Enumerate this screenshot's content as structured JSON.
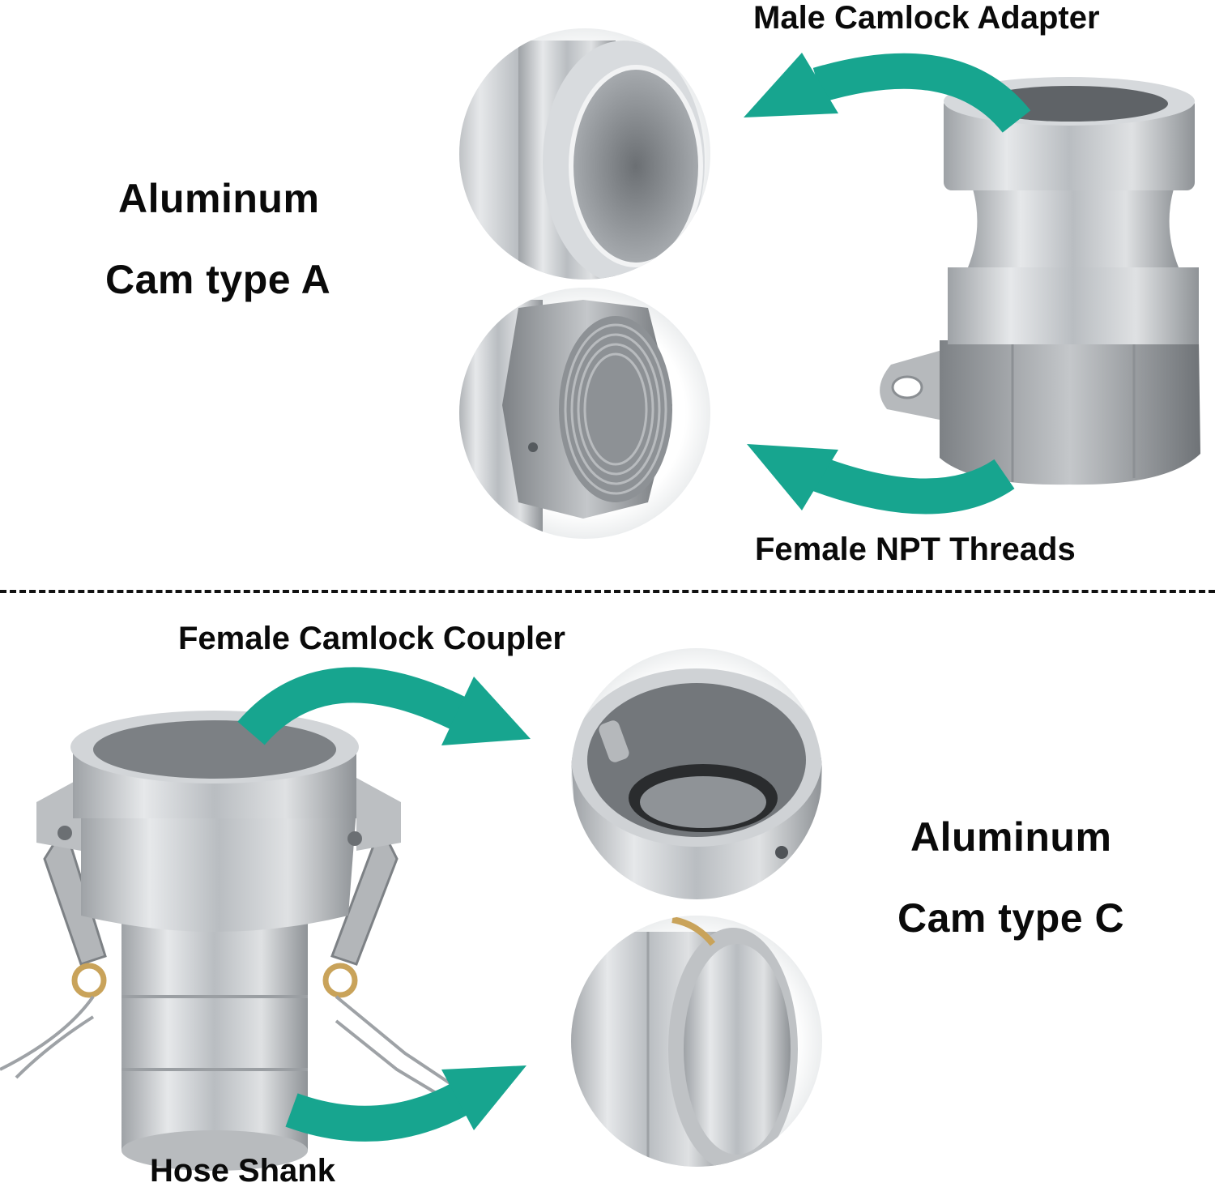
{
  "section_a": {
    "title_line1": "Aluminum",
    "title_line2": "Cam type A",
    "callout_top": "Male Camlock Adapter",
    "callout_bottom": "Female NPT Threads"
  },
  "section_c": {
    "title_line1": "Aluminum",
    "title_line2": "Cam type C",
    "callout_top": "Female Camlock Coupler",
    "callout_bottom": "Hose Shank"
  },
  "colors": {
    "arrow": "#17a58f",
    "metal": "#c9cccf",
    "text": "#0a0a0a"
  },
  "icons": {
    "arrow": "curved-arrow-icon",
    "part": "camlock-fitting-illustration"
  }
}
